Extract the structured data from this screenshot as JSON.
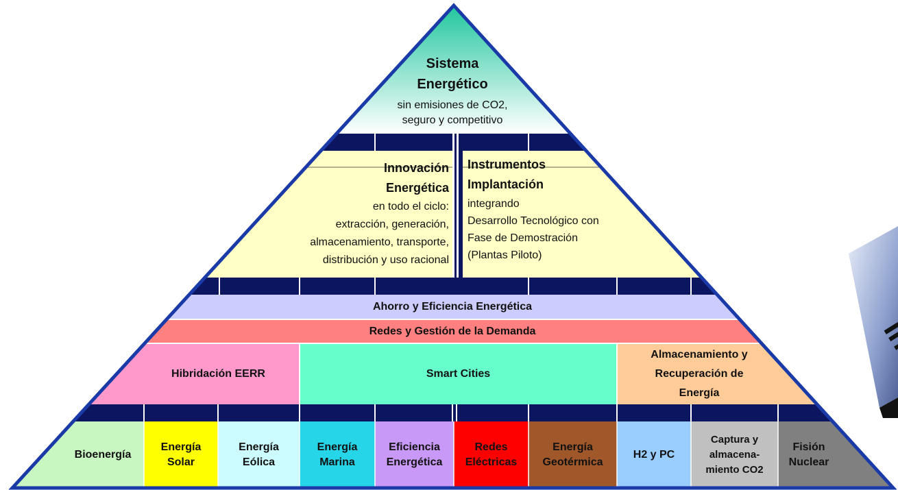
{
  "top": {
    "title_line1": "Sistema",
    "title_line2": "Energético",
    "sub_line1": "sin emisiones de CO2,",
    "sub_line2": "seguro y competitivo"
  },
  "innovation": {
    "title_line1": "Innovación",
    "title_line2": "Energética",
    "lines": [
      "en todo el ciclo:",
      "extracción, generación,",
      "almacenamiento, transporte,",
      "distribución y uso racional"
    ]
  },
  "instruments": {
    "title_line1": "Instrumentos",
    "title_line2": "Implantación",
    "lines": [
      "integrando",
      "Desarrollo Tecnológico con",
      "Fase de Demostración",
      "(Plantas Piloto)"
    ]
  },
  "bands": {
    "ahorro": "Ahorro y Eficiencia Energética",
    "redes": "Redes y Gestión de la Demanda"
  },
  "pillars": {
    "hibridacion": "Hibridación EERR",
    "smart": "Smart Cities",
    "almacenamiento": [
      "Almacenamiento y",
      "Recuperación de",
      "Energía"
    ]
  },
  "base": [
    {
      "lines": [
        "Bioenergía"
      ],
      "color": "#c9f7c2"
    },
    {
      "lines": [
        "Energía",
        "Solar"
      ],
      "color": "#ffff00"
    },
    {
      "lines": [
        "Energía",
        "Eólica"
      ],
      "color": "#ccfcff"
    },
    {
      "lines": [
        "Energía",
        "Marina"
      ],
      "color": "#26d5e8"
    },
    {
      "lines": [
        "Eficiencia",
        "Energética"
      ],
      "color": "#c899f7"
    },
    {
      "lines": [
        "Redes",
        "Eléctricas"
      ],
      "color": "#ff0000"
    },
    {
      "lines": [
        "Energía",
        "Geotérmica"
      ],
      "color": "#a0582a"
    },
    {
      "lines": [
        "H2 y PC"
      ],
      "color": "#99ccff"
    },
    {
      "lines": [
        "Captura y",
        "almacena-",
        "miento CO2"
      ],
      "color": "#c0c0c0"
    },
    {
      "lines": [
        "Fisión",
        "Nuclear"
      ],
      "color": "#808080"
    }
  ],
  "colors": {
    "outline": "#1a3aa8",
    "navy": "#0b1560",
    "cream": "#ffffc6",
    "lavender": "#ccccff",
    "salmon": "#ff8080",
    "pink": "#ff99cc",
    "mint": "#66ffcc",
    "peach": "#ffcc99",
    "teal": "#20c99f"
  }
}
